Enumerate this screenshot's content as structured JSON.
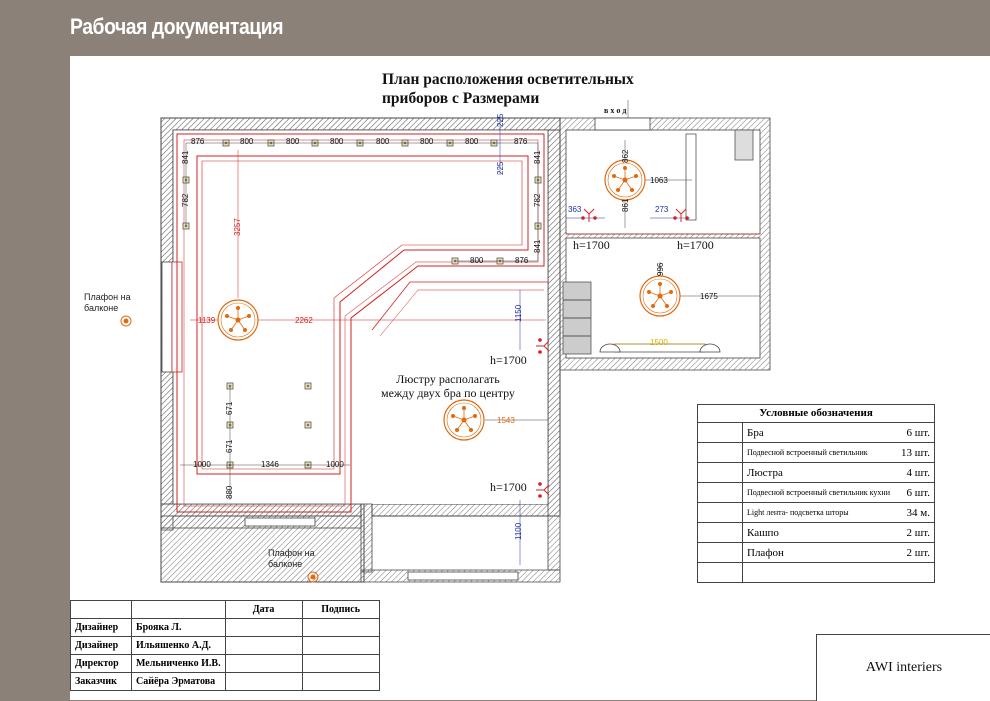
{
  "header": {
    "title": "Рабочая документация"
  },
  "plan": {
    "title_line1": "План расположения осветительных",
    "title_line2": "приборов с Размерами",
    "entrance": "в х о д",
    "note_line1": "Люстру располагать",
    "note_line2": "между двух бра по центру",
    "balcony_1": "Плафон на\nбалконе",
    "balcony_2": "Плафон на\nбалконе",
    "heights": [
      "h=1700",
      "h=1700",
      "h=1700",
      "h=1700"
    ],
    "dims_top": [
      "876",
      "800",
      "800",
      "800",
      "800",
      "800",
      "800",
      "876"
    ],
    "dims_mid": [
      "800",
      "876"
    ],
    "dims_bottom": [
      "1000",
      "1346",
      "1000"
    ],
    "dims_side_left": [
      "841",
      "782"
    ],
    "dims_side_right": [
      "841",
      "782",
      "841"
    ],
    "dims_vertical": [
      "671",
      "671",
      "880"
    ],
    "dim_red_3257": "3257",
    "dim_red_1139": "1139",
    "dim_red_2262": "2262",
    "dim_blue_225a": "225",
    "dim_blue_225b": "225",
    "dim_blue_1150": "1150",
    "dim_blue_1100": "1100",
    "dim_1543": "1543",
    "dim_862": "862",
    "dim_861": "861",
    "dim_1063": "1063",
    "dim_363": "363",
    "dim_273": "273",
    "dim_996": "996",
    "dim_1675": "1675",
    "dim_1500": "1500"
  },
  "legend": {
    "title": "Условные обозначения",
    "rows": [
      {
        "name": "Бра",
        "qty": "6 шт.",
        "small": false
      },
      {
        "name": "Подвесной встроенный светильник",
        "qty": "13 шт.",
        "small": true
      },
      {
        "name": "Люстра",
        "qty": "4 шт.",
        "small": false
      },
      {
        "name": "Подвесной встроенный светильник кухни",
        "qty": "6 шт.",
        "small": true
      },
      {
        "name": "Light лента- подсветка шторы",
        "qty": "34 м.",
        "small": true
      },
      {
        "name": "Кашпо",
        "qty": "2 шт.",
        "small": false
      },
      {
        "name": "Плафон",
        "qty": "2 шт.",
        "small": false
      },
      {
        "name": "",
        "qty": "",
        "small": false
      }
    ]
  },
  "title_block": {
    "col_date": "Дата",
    "col_sign": "Подпись",
    "rows": [
      {
        "role": "Дизайнер",
        "name": "Брояка Л."
      },
      {
        "role": "Дизайнер",
        "name": "Ильяшенко А.Д."
      },
      {
        "role": "Директор",
        "name": "Мельниченко И.В."
      },
      {
        "role": "Заказчик",
        "name": "Сайёра Эрматова"
      }
    ]
  },
  "company": "AWI interiers",
  "colors": {
    "background": "#8b8178",
    "led_strip": "#e02020",
    "dim_blue": "#2030a0",
    "fixture": "#e06a10"
  }
}
